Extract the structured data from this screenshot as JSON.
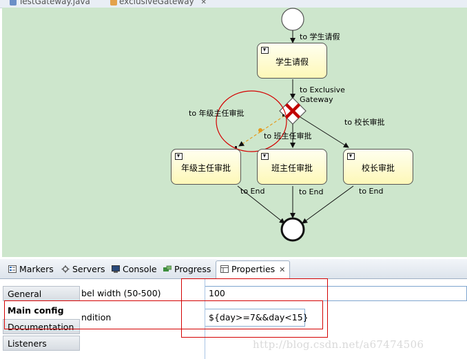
{
  "editor_tabs": [
    {
      "label": "TestGateway.java"
    },
    {
      "label": "exclusiveGateway",
      "close": "✕"
    }
  ],
  "diagram": {
    "tasks": {
      "student": "学生请假",
      "grade": "年级主任审批",
      "class": "班主任审批",
      "principal": "校长审批"
    },
    "flows": {
      "to_student": "to 学生请假",
      "to_gateway_1": "to Exclusive",
      "to_gateway_2": "Gateway",
      "to_grade": "to 年级主任审批",
      "to_class": "to 班主任审批",
      "to_principal": "to 校长审批",
      "to_end_1": "to End",
      "to_end_2": "to End",
      "to_end_3": "to End"
    }
  },
  "views": {
    "tabs": [
      {
        "label": "Markers"
      },
      {
        "label": "Servers"
      },
      {
        "label": "Console"
      },
      {
        "label": "Progress"
      },
      {
        "label": "Properties",
        "close": "✕"
      }
    ]
  },
  "properties": {
    "sidebar": [
      {
        "label": "General"
      },
      {
        "label": "Main config"
      },
      {
        "label": "Documentation"
      },
      {
        "label": "Listeners"
      }
    ],
    "fields": {
      "label_width_label": "bel width (50-500)",
      "label_width_value": "100",
      "condition_label": "ndition",
      "condition_value": "${day>=7&&day<15}"
    }
  },
  "watermark": "http://blog.csdn.net/a67474506",
  "colors": {
    "canvas": "#cde6cc",
    "task_fill": "#fdf8b8",
    "annotation": "#d40000"
  }
}
